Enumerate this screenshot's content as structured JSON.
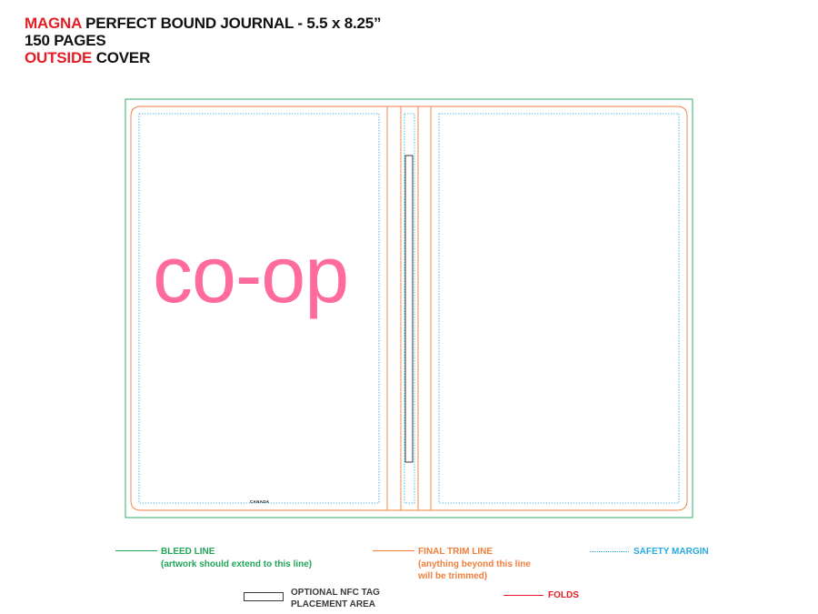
{
  "header": {
    "line1_accent": "MAGNA",
    "line1_rest": " PERFECT BOUND JOURNAL - 5.5 x 8.25”",
    "line2": "150 PAGES",
    "line3_accent": "OUTSIDE",
    "line3_rest": " COVER"
  },
  "artwork": {
    "logo_text": "co-op",
    "imprint_text": "CANADA"
  },
  "legend": {
    "bleed_title": "BLEED LINE",
    "bleed_note": "(artwork should extend to this line)",
    "trim_title": "FINAL TRIM LINE",
    "trim_note_1": "(anything beyond this line",
    "trim_note_2": "will be trimmed)",
    "safety_title": "SAFETY MARGIN",
    "nfc_title_1": "OPTIONAL NFC TAG",
    "nfc_title_2": "PLACEMENT AREA",
    "folds_title": "FOLDS"
  },
  "colors": {
    "bleed": "#22a55a",
    "trim": "#f07f3c",
    "safety": "#27a9e1",
    "folds": "#e31e24",
    "accent": "#e31e24",
    "logo": "#ff6b9d"
  }
}
